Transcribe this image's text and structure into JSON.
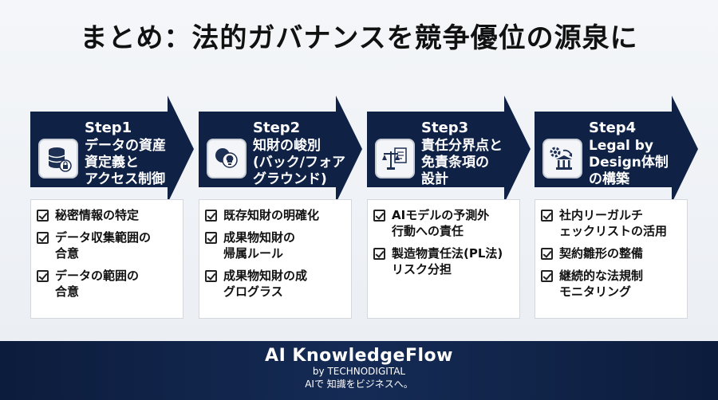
{
  "title": "まとめ：法的ガバナンスを競争優位の源泉に",
  "steps": [
    {
      "number": "Step1",
      "heading": [
        "データの資産",
        "資定義と",
        "アクセス制御"
      ],
      "icon": "database-lock-icon",
      "items": [
        [
          "秘密情報の特定"
        ],
        [
          "データ収集範囲の",
          "合意"
        ],
        [
          "データの範囲の",
          "合意"
        ]
      ]
    },
    {
      "number": "Step2",
      "heading": [
        "知財の峻別",
        "(バック/フォア",
        "グラウンド)"
      ],
      "icon": "lightbulb-circles-icon",
      "items": [
        [
          "既存知財の明確化"
        ],
        [
          "成果物知財の",
          "帰属ルール"
        ],
        [
          "成果物知財の成",
          "グログラス"
        ]
      ]
    },
    {
      "number": "Step3",
      "heading": [
        "責任分界点と",
        "免責条項の",
        "設計"
      ],
      "icon": "scales-document-icon",
      "items": [
        [
          "AIモデルの予測外",
          "行動への責任"
        ],
        [
          "製造物責任法(PL法)",
          "リスク分担"
        ]
      ]
    },
    {
      "number": "Step4",
      "heading": [
        "Legal by",
        "Design体制",
        "の構築"
      ],
      "icon": "gear-building-icon",
      "items": [
        [
          "社内リーガルチ",
          "ェックリストの活用"
        ],
        [
          "契約雛形の整備"
        ],
        [
          "継続的な法規制",
          "モニタリング"
        ]
      ]
    }
  ],
  "footer": {
    "brand": "AI KnowledgeFlow",
    "by": "by TECHNODIGITAL",
    "tagline": "AIで 知識をビジネスへ。"
  }
}
